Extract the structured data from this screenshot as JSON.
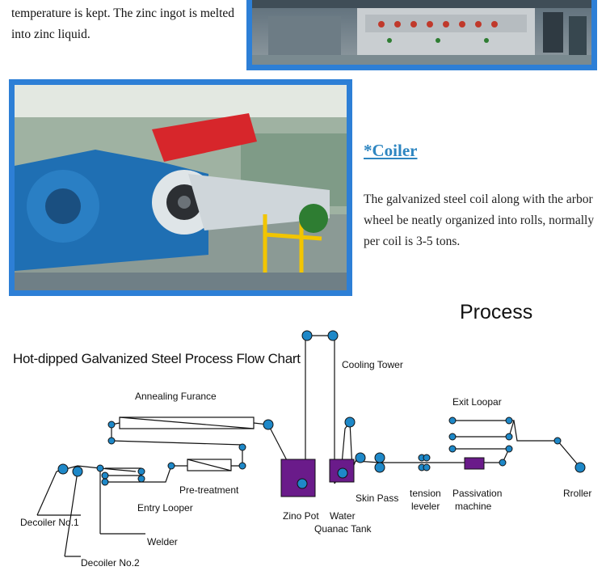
{
  "zinc_pot_text": "temperature is kept. The zinc ingot is melted into zinc liquid.",
  "coiler": {
    "title": "*Coiler",
    "description": "The galvanized steel coil along with the arbor wheel  be neatly organized into rolls, normally per coil is 3-5 tons."
  },
  "process": {
    "heading": "Process",
    "chart_title": "Hot-dipped Galvanized Steel Process Flow Chart",
    "labels": {
      "decoiler_1": "Decoiler  No.1",
      "decoiler_2": "Decoiler  No.2",
      "welder": "Welder",
      "entry_looper": "Entry Looper",
      "pretreatment": "Pre-treatment",
      "annealing": "Annealing  Furance",
      "cooling_tower": "Cooling Tower",
      "zinc_pot": "Zino Pot",
      "water": "Water",
      "quanac_tank": "Quanac Tank",
      "skin_pass": "Skin Pass",
      "tension_1": "tension",
      "tension_2": "leveler",
      "passivation_1": "Passivation",
      "passivation_2": "machine",
      "exit_looper": "Exit Loopar",
      "rroller": "Rroller"
    }
  },
  "colors": {
    "frame_blue": "#2d7fd6",
    "roller_blue": "#1e88c8",
    "tank_purple": "#6a1b8a",
    "link_blue": "#2e86c1"
  }
}
